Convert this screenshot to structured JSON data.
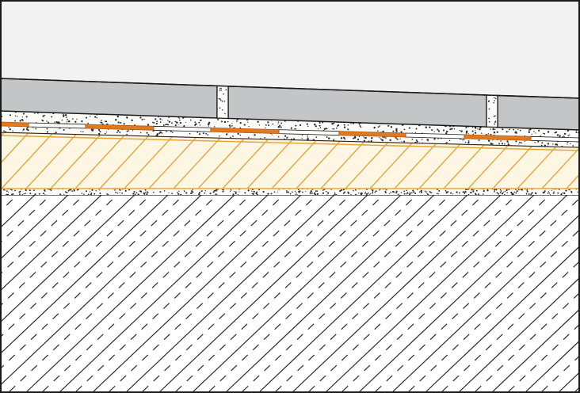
{
  "diagram": {
    "layers": [
      {
        "id": "air",
        "label": ""
      },
      {
        "id": "tiles",
        "label": ""
      },
      {
        "id": "tile-adhesive",
        "label": ""
      },
      {
        "id": "membrane",
        "label": ""
      },
      {
        "id": "insulation-board",
        "label": ""
      },
      {
        "id": "bedding-mortar",
        "label": ""
      },
      {
        "id": "concrete-substrate",
        "label": ""
      }
    ],
    "colors": {
      "background": "#f2f2f3",
      "tile": "#c4c5c7",
      "outline": "#1a1a1a",
      "adhesive": "#fbfbfa",
      "adhesive_dots": "#2b2b2b",
      "membrane_strip": "#e07a22",
      "membrane_strip_dark": "#b35a10",
      "insulation_fill": "#fdf6e3",
      "insulation_hatch": "#e3a63d",
      "substrate_fill": "#ffffff",
      "substrate_hatch": "#2a2a2a"
    },
    "icons": [
      "tile-joint-icon"
    ]
  }
}
